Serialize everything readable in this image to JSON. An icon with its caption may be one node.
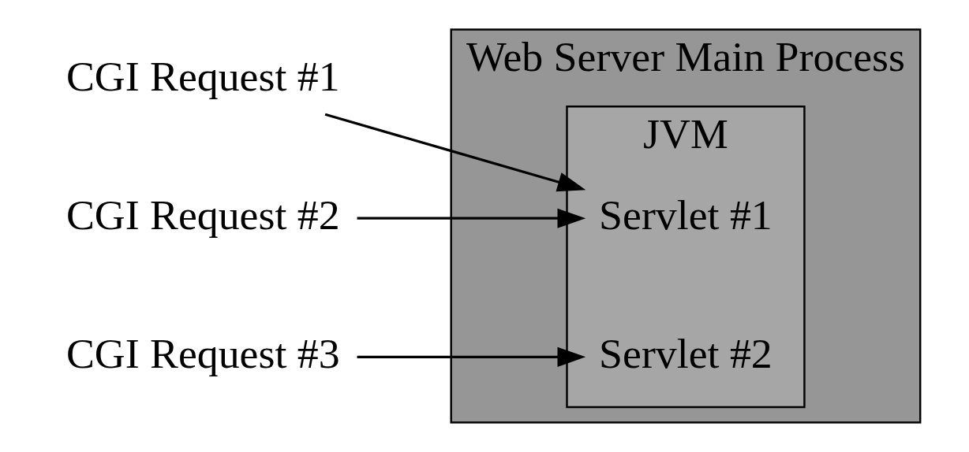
{
  "diagram": {
    "nodes": [
      {
        "text": [
          "CGI Request #1"
        ]
      },
      {
        "text": [
          "CGI Request #2"
        ]
      },
      {
        "text": [
          "CGI Request #3"
        ]
      },
      {
        "text": [
          "Web Server Main Process"
        ]
      },
      {
        "text": [
          "JVM"
        ],
        "in": 3
      },
      {
        "text": [
          "Servlet #1"
        ],
        "in": 4
      },
      {
        "text": [
          "Servlet #2"
        ],
        "in": 4
      }
    ],
    "edges": [
      {
        "from": 0,
        "to": 5,
        "arrow": "to"
      },
      {
        "from": 1,
        "to": 5,
        "arrow": "to"
      },
      {
        "from": 2,
        "to": 6,
        "arrow": "to"
      }
    ]
  }
}
